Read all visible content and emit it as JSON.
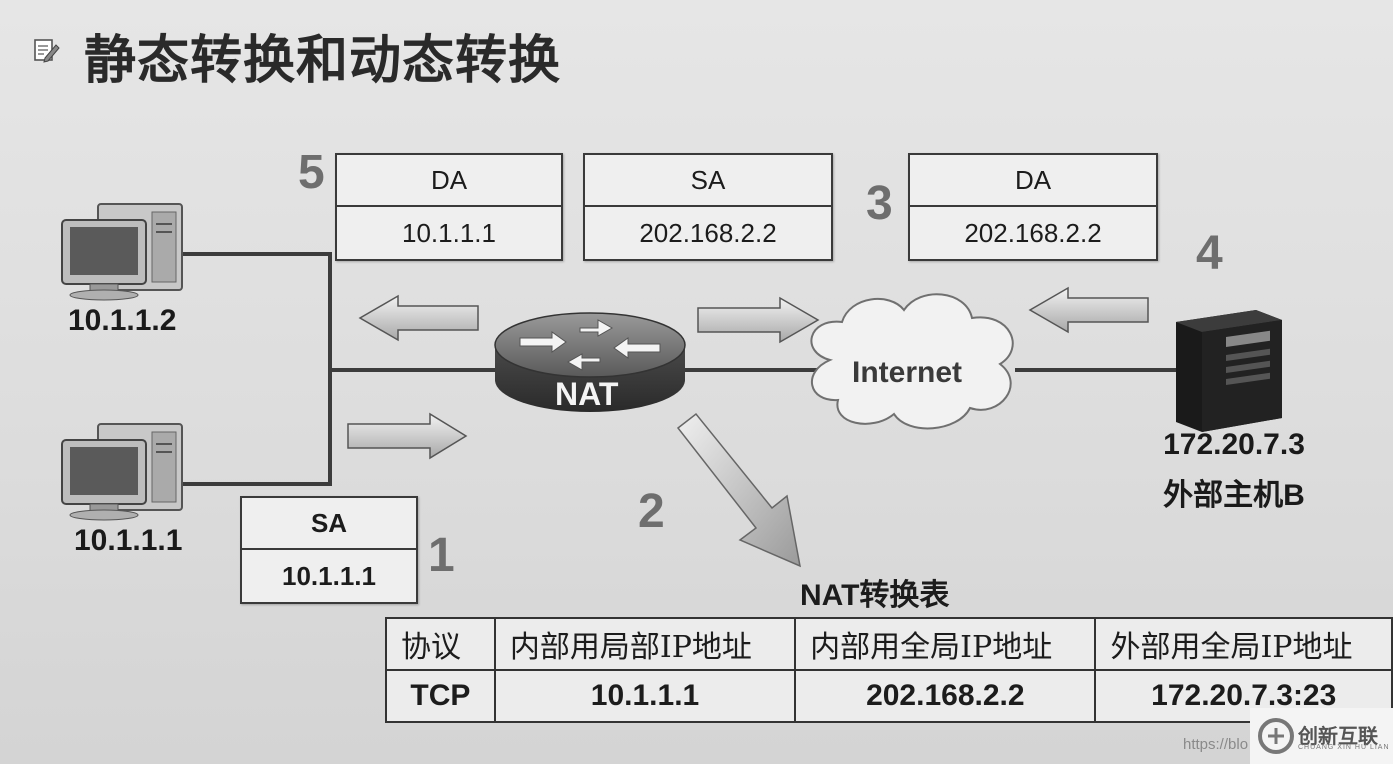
{
  "title": "静态转换和动态转换",
  "packets": {
    "p5_header": "DA",
    "p5_value": "10.1.1.1",
    "p_mid_header": "SA",
    "p_mid_value": "202.168.2.2",
    "p3_header": "DA",
    "p3_value": "202.168.2.2",
    "p1_header": "SA",
    "p1_value": "10.1.1.1"
  },
  "steps": [
    "1",
    "2",
    "3",
    "4",
    "5"
  ],
  "hosts": {
    "pc_top": "10.1.1.2",
    "pc_bottom": "10.1.1.1",
    "server_ip": "172.20.7.3",
    "server_name": "外部主机B"
  },
  "router_label": "NAT",
  "cloud_label": "Internet",
  "nat_table": {
    "caption": "NAT转换表",
    "headers": [
      "协议",
      "内部用局部IP地址",
      "内部用全局IP地址",
      "外部用全局IP地址"
    ],
    "row": [
      "TCP",
      "10.1.1.1",
      "202.168.2.2",
      "172.20.7.3:23"
    ]
  },
  "watermark": {
    "url": "https://blo",
    "brand": "创新互联",
    "brand_sub": "CHUANG XIN HU LIAN"
  }
}
